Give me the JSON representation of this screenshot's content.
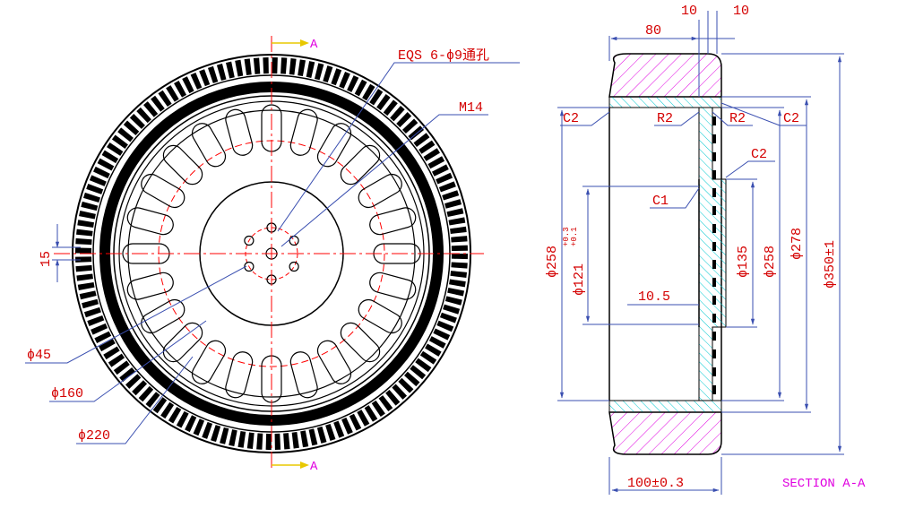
{
  "front_view": {
    "section_mark_top": "A",
    "section_mark_bottom": "A",
    "bolt_hole_callout": "EQS 6-ϕ9通孔",
    "thread_callout": "M14",
    "offset_dim": "15",
    "pcd_small": "ϕ45",
    "pcd_mid": "ϕ160",
    "pcd_large": "ϕ220"
  },
  "section_view": {
    "title": "SECTION A-A",
    "width_top": "80",
    "step_left": "10",
    "step_right": "10",
    "chamfer_left": "C2",
    "radius_left": "R2",
    "radius_right": "R2",
    "chamfer_right": "C2",
    "chamfer_hub": "C2",
    "chamfer_bore": "C1",
    "dia_hub_outer_left": "ϕ258",
    "dia_bore": "ϕ121",
    "bore_tol_upper": "+0.3",
    "bore_tol_lower": "+0.1",
    "dia_hub_boss": "ϕ135",
    "dia_hub_outer_right": "ϕ258",
    "dia_rim": "ϕ278",
    "dia_tire": "ϕ350±1",
    "web_thickness": "10.5",
    "overall_width": "100±0.3"
  },
  "colors": {
    "outline": "#000000",
    "dimension": "#3a4fb0",
    "text": "#d40000",
    "centerline": "#ff0000",
    "tire_hatch": "#e000e0",
    "hub_hatch": "#00c8d0",
    "section_arrow": "#e8c800"
  }
}
